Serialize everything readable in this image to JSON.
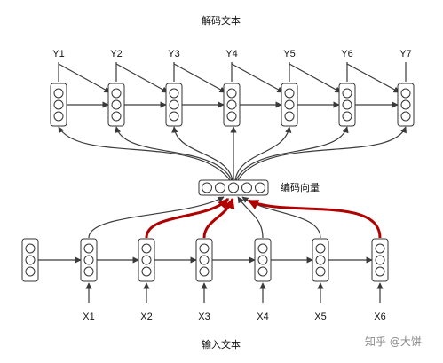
{
  "labels": {
    "top_title": "解码文本",
    "bottom_title": "输入文本",
    "context_vector": "编码向量",
    "watermark": "知乎 @大饼"
  },
  "decoder_outputs": [
    "Y1",
    "Y2",
    "Y3",
    "Y4",
    "Y5",
    "Y6",
    "Y7"
  ],
  "encoder_inputs": [
    "X1",
    "X2",
    "X3",
    "X4",
    "X5",
    "X6"
  ],
  "colors": {
    "highlight": "#b00000",
    "line": "#3a3a3a"
  }
}
